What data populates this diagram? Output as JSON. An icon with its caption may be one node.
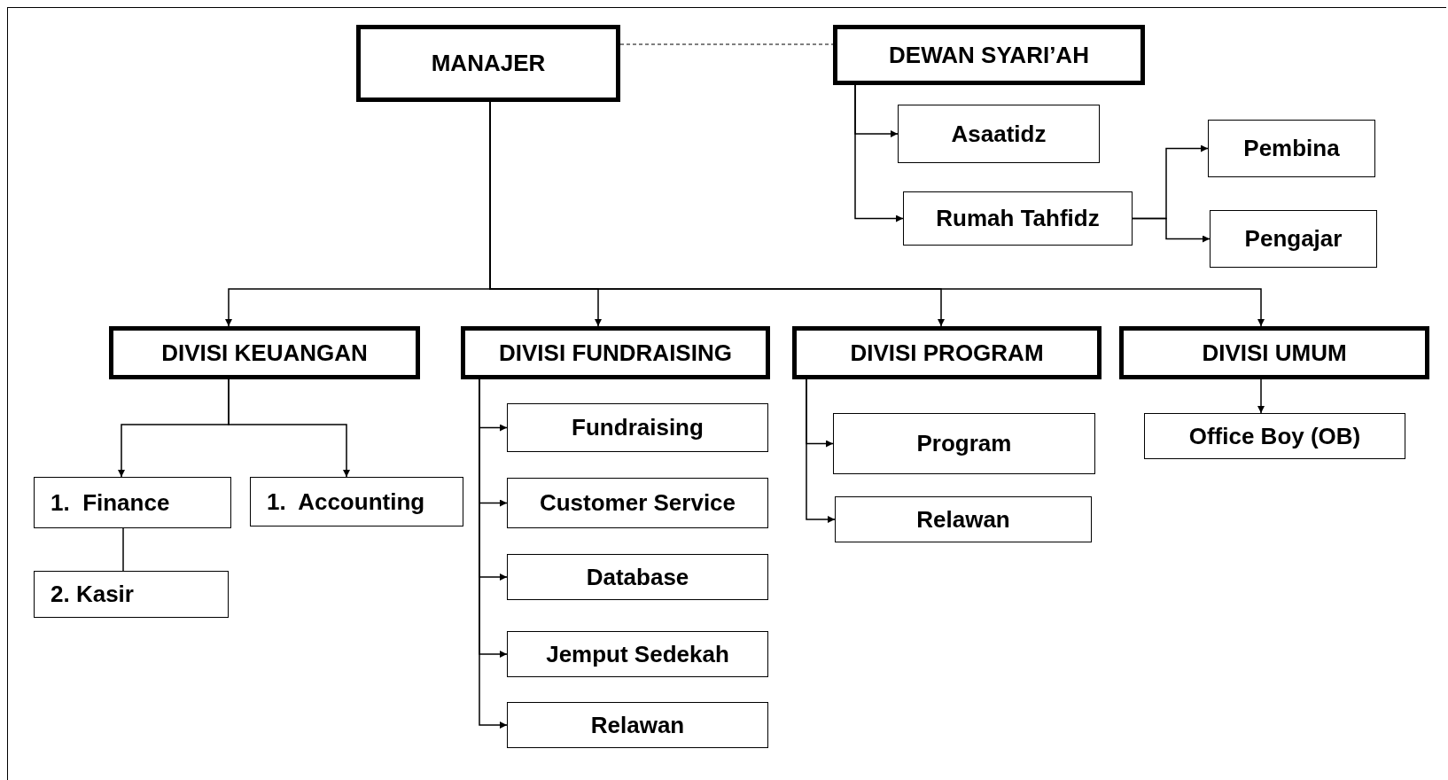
{
  "diagram": {
    "nodes": [
      {
        "text": [
          "MANAJER"
        ]
      },
      {
        "text": [
          "DEWAN SYARI’AH"
        ]
      },
      {
        "text": [
          "Asaatidz"
        ]
      },
      {
        "text": [
          "Rumah Tahfidz"
        ]
      },
      {
        "text": [
          "Pembina"
        ]
      },
      {
        "text": [
          "Pengajar"
        ]
      },
      {
        "text": [
          "DIVISI KEUANGAN"
        ]
      },
      {
        "text": [
          "DIVISI FUNDRAISING"
        ]
      },
      {
        "text": [
          "DIVISI PROGRAM"
        ]
      },
      {
        "text": [
          "DIVISI UMUM"
        ]
      },
      {
        "text": [
          "1.  Finance"
        ]
      },
      {
        "text": [
          "1.  Accounting"
        ]
      },
      {
        "text": [
          "2. Kasir"
        ]
      },
      {
        "text": [
          "Fundraising"
        ]
      },
      {
        "text": [
          "Customer Service"
        ]
      },
      {
        "text": [
          "Database"
        ]
      },
      {
        "text": [
          "Jemput Sedekah"
        ]
      },
      {
        "text": [
          "Relawan"
        ]
      },
      {
        "text": [
          "Program"
        ]
      },
      {
        "text": [
          "Relawan"
        ]
      },
      {
        "text": [
          "Office Boy (OB)"
        ]
      }
    ],
    "edges": [
      {
        "from": 0,
        "to": 1,
        "arrow": "none",
        "style": "dashed"
      },
      {
        "from": 1,
        "to": 2,
        "arrow": "to"
      },
      {
        "from": 1,
        "to": 3,
        "arrow": "to"
      },
      {
        "from": 3,
        "to": 4,
        "arrow": "to"
      },
      {
        "from": 3,
        "to": 5,
        "arrow": "to"
      },
      {
        "from": 0,
        "to": 6,
        "arrow": "to"
      },
      {
        "from": 0,
        "to": 7,
        "arrow": "to"
      },
      {
        "from": 0,
        "to": 8,
        "arrow": "to"
      },
      {
        "from": 0,
        "to": 9,
        "arrow": "to"
      },
      {
        "from": 6,
        "to": 10,
        "arrow": "to"
      },
      {
        "from": 6,
        "to": 11,
        "arrow": "to"
      },
      {
        "from": 10,
        "to": 12,
        "arrow": "none"
      },
      {
        "from": 7,
        "to": 13,
        "arrow": "to"
      },
      {
        "from": 7,
        "to": 14,
        "arrow": "to"
      },
      {
        "from": 7,
        "to": 15,
        "arrow": "to"
      },
      {
        "from": 7,
        "to": 16,
        "arrow": "to"
      },
      {
        "from": 7,
        "to": 17,
        "arrow": "to"
      },
      {
        "from": 8,
        "to": 18,
        "arrow": "to"
      },
      {
        "from": 8,
        "to": 19,
        "arrow": "to"
      },
      {
        "from": 9,
        "to": 20,
        "arrow": "to"
      }
    ]
  }
}
